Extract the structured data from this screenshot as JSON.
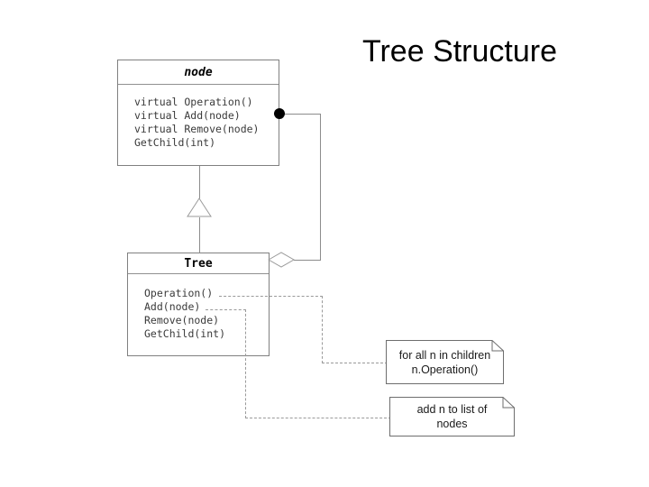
{
  "slide": {
    "title": "Tree Structure",
    "background_color": "#ffffff"
  },
  "diagram": {
    "type": "uml-class-diagram",
    "line_color": "#8c8c8c",
    "text_color": "#3a3a3a",
    "classes": [
      {
        "id": "node",
        "name": "node",
        "abstract": true,
        "members": [
          "virtual Operation()",
          "virtual Add(node)",
          "virtual Remove(node)",
          "GetChild(int)"
        ]
      },
      {
        "id": "tree",
        "name": "Tree",
        "abstract": false,
        "members": [
          "Operation()",
          "Add(node)",
          "Remove(node)",
          "GetChild(int)"
        ]
      }
    ],
    "relationships": [
      {
        "id": "generalization",
        "kind": "generalization",
        "from": "Tree",
        "to": "node",
        "marker": "hollow-triangle"
      },
      {
        "id": "aggregation",
        "kind": "aggregation",
        "from": "Tree",
        "to": "node",
        "marker": "hollow-diamond",
        "end_marker": "filled-dot"
      }
    ],
    "notes": [
      {
        "id": "note-operation",
        "text": "for all n in children\nn.Operation()",
        "attached_to": "Operation()"
      },
      {
        "id": "note-add",
        "text": "add n to list of nodes",
        "attached_to": "Add(node)"
      }
    ]
  }
}
